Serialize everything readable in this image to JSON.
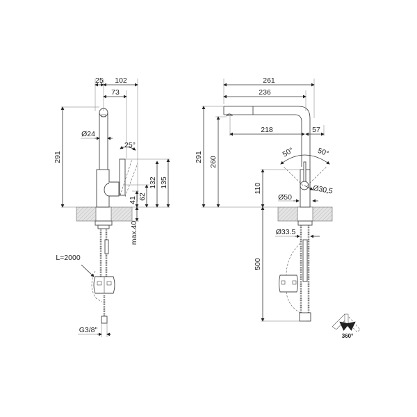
{
  "drawing": {
    "title": "Kitchen mixer tap dimension drawing",
    "side_view": {
      "dimensions": {
        "d25": "25",
        "d102": "102",
        "d73": "73",
        "d291": "291",
        "dia24": "Ø24",
        "angle25": "25°",
        "d132": "132",
        "d135": "135",
        "d62": "62",
        "d41": "41",
        "max40": "max.40",
        "hose_length": "L=2000",
        "thread": "G3/8\""
      }
    },
    "front_view": {
      "dimensions": {
        "d261": "261",
        "d236": "236",
        "d218": "218",
        "d57": "57",
        "d291": "291",
        "d260": "260",
        "angle50_left": "50°",
        "angle50_right": "50°",
        "dia30_5": "Ø30,5",
        "d110": "110",
        "dia50": "Ø50",
        "dia33_5": "Ø33.5",
        "d500": "500"
      }
    },
    "rotation_icon": {
      "label": "360°"
    }
  }
}
